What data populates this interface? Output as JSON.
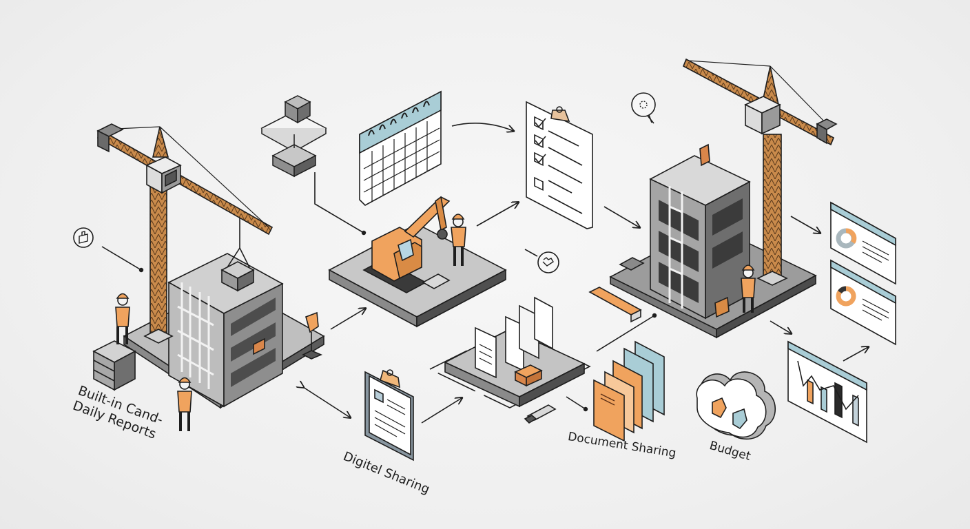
{
  "diagram": {
    "type": "isometric-workflow-illustration",
    "theme": "construction project management",
    "colors": {
      "background": "#f1f1f1",
      "outline": "#1e1e1e",
      "concrete_light": "#d9d9d9",
      "concrete_mid": "#a9a9a9",
      "concrete_dark": "#6e6e6e",
      "crane_orange": "#c98a4b",
      "accent_orange": "#f0a35e",
      "accent_blue": "#a9cdd6",
      "paper": "#ffffff"
    },
    "labels": {
      "daily_reports_line1": "Built-in Cand-",
      "daily_reports_line2": "Daily Reports",
      "digital_sharing": "Digitel Sharing",
      "document_sharing": "Document Sharing",
      "budget": "Budget"
    },
    "nodes": [
      {
        "id": "site-left",
        "desc": "Building under construction with tower crane and workers"
      },
      {
        "id": "blocks-icon",
        "desc": "Stacked block platform icon"
      },
      {
        "id": "calendar",
        "desc": "Spiral calendar"
      },
      {
        "id": "excavator-platform",
        "desc": "Excavator with worker on platform"
      },
      {
        "id": "checklist",
        "desc": "Clipboard checklist with 3 checked items"
      },
      {
        "id": "site-right",
        "desc": "Concrete frame building with crane and workers"
      },
      {
        "id": "dashboards",
        "desc": "Two dashboard windows with donut charts"
      },
      {
        "id": "bar-chart",
        "desc": "Bar/line chart window"
      },
      {
        "id": "cloud",
        "desc": "Cloud storage with puzzle pieces"
      },
      {
        "id": "folders",
        "desc": "Orange and blue folders"
      },
      {
        "id": "documents-platform",
        "desc": "Documents on platform with box"
      },
      {
        "id": "clipboard",
        "desc": "Clipboard document"
      }
    ],
    "checklist": {
      "checked": 3,
      "unchecked": 1
    }
  }
}
